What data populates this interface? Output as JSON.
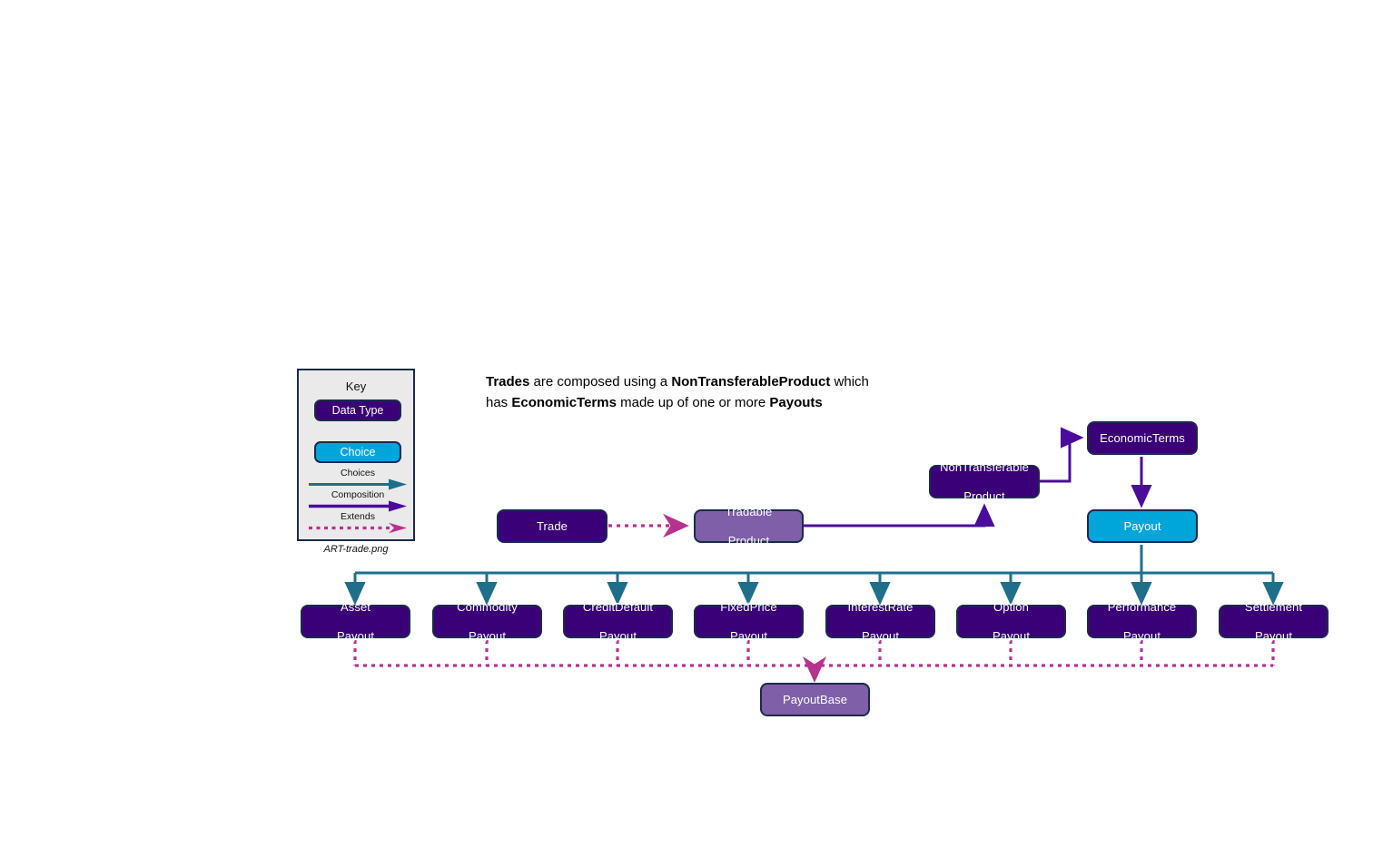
{
  "key": {
    "title": "Key",
    "datatype_label": "Data Type",
    "choice_label": "Choice",
    "legend": [
      {
        "label": "Choices",
        "color": "#1f6f8b"
      },
      {
        "label": "Composition",
        "color": "#4b0c9c"
      },
      {
        "label": "Extends",
        "color": "#b5338f"
      }
    ],
    "filename": "ART-trade.png"
  },
  "heading": {
    "line1_pre": "",
    "t1": "Trades",
    "t2": " are composed using a ",
    "t3": "NonTransferableProduct",
    "t4": " which",
    "t5": "has ",
    "t6": "EconomicTerms",
    "t7": " made up of one or more ",
    "t8": "Payouts"
  },
  "nodes": {
    "trade": "Trade",
    "tradable_product_line1": "Tradable",
    "tradable_product_line2": "Product",
    "non_transferable_line1": "NonTransferable",
    "non_transferable_line2": "Product",
    "economic_terms": "EconomicTerms",
    "payout": "Payout",
    "payout_base": "PayoutBase"
  },
  "payouts": [
    {
      "line1": "Asset",
      "line2": "Payout"
    },
    {
      "line1": "Commodity",
      "line2": "Payout"
    },
    {
      "line1": "CreditDefault",
      "line2": "Payout"
    },
    {
      "line1": "FixedPrice",
      "line2": "Payout"
    },
    {
      "line1": "InterestRate",
      "line2": "Payout"
    },
    {
      "line1": "Option",
      "line2": "Payout"
    },
    {
      "line1": "Performance",
      "line2": "Payout"
    },
    {
      "line1": "Settlement",
      "line2": "Payout"
    }
  ],
  "colors": {
    "datatype": "#3a0078",
    "choice": "#00a5da",
    "base": "#7e5fa8",
    "border": "#1b2a4a",
    "choices_line": "#1f6f8b",
    "composition_line": "#4b0c9c",
    "extends_line": "#b5338f",
    "key_background": "#eaeaea"
  }
}
